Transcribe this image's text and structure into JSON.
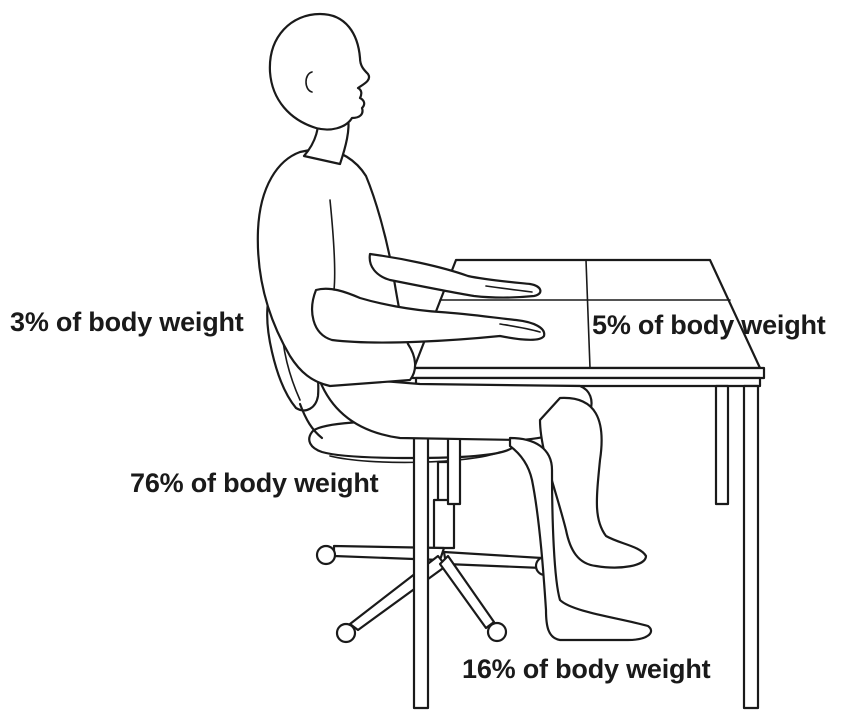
{
  "labels": {
    "arms": "3% of body weight",
    "desk": "5% of body weight",
    "seat": "76% of body weight",
    "feet": "16% of body weight"
  }
}
